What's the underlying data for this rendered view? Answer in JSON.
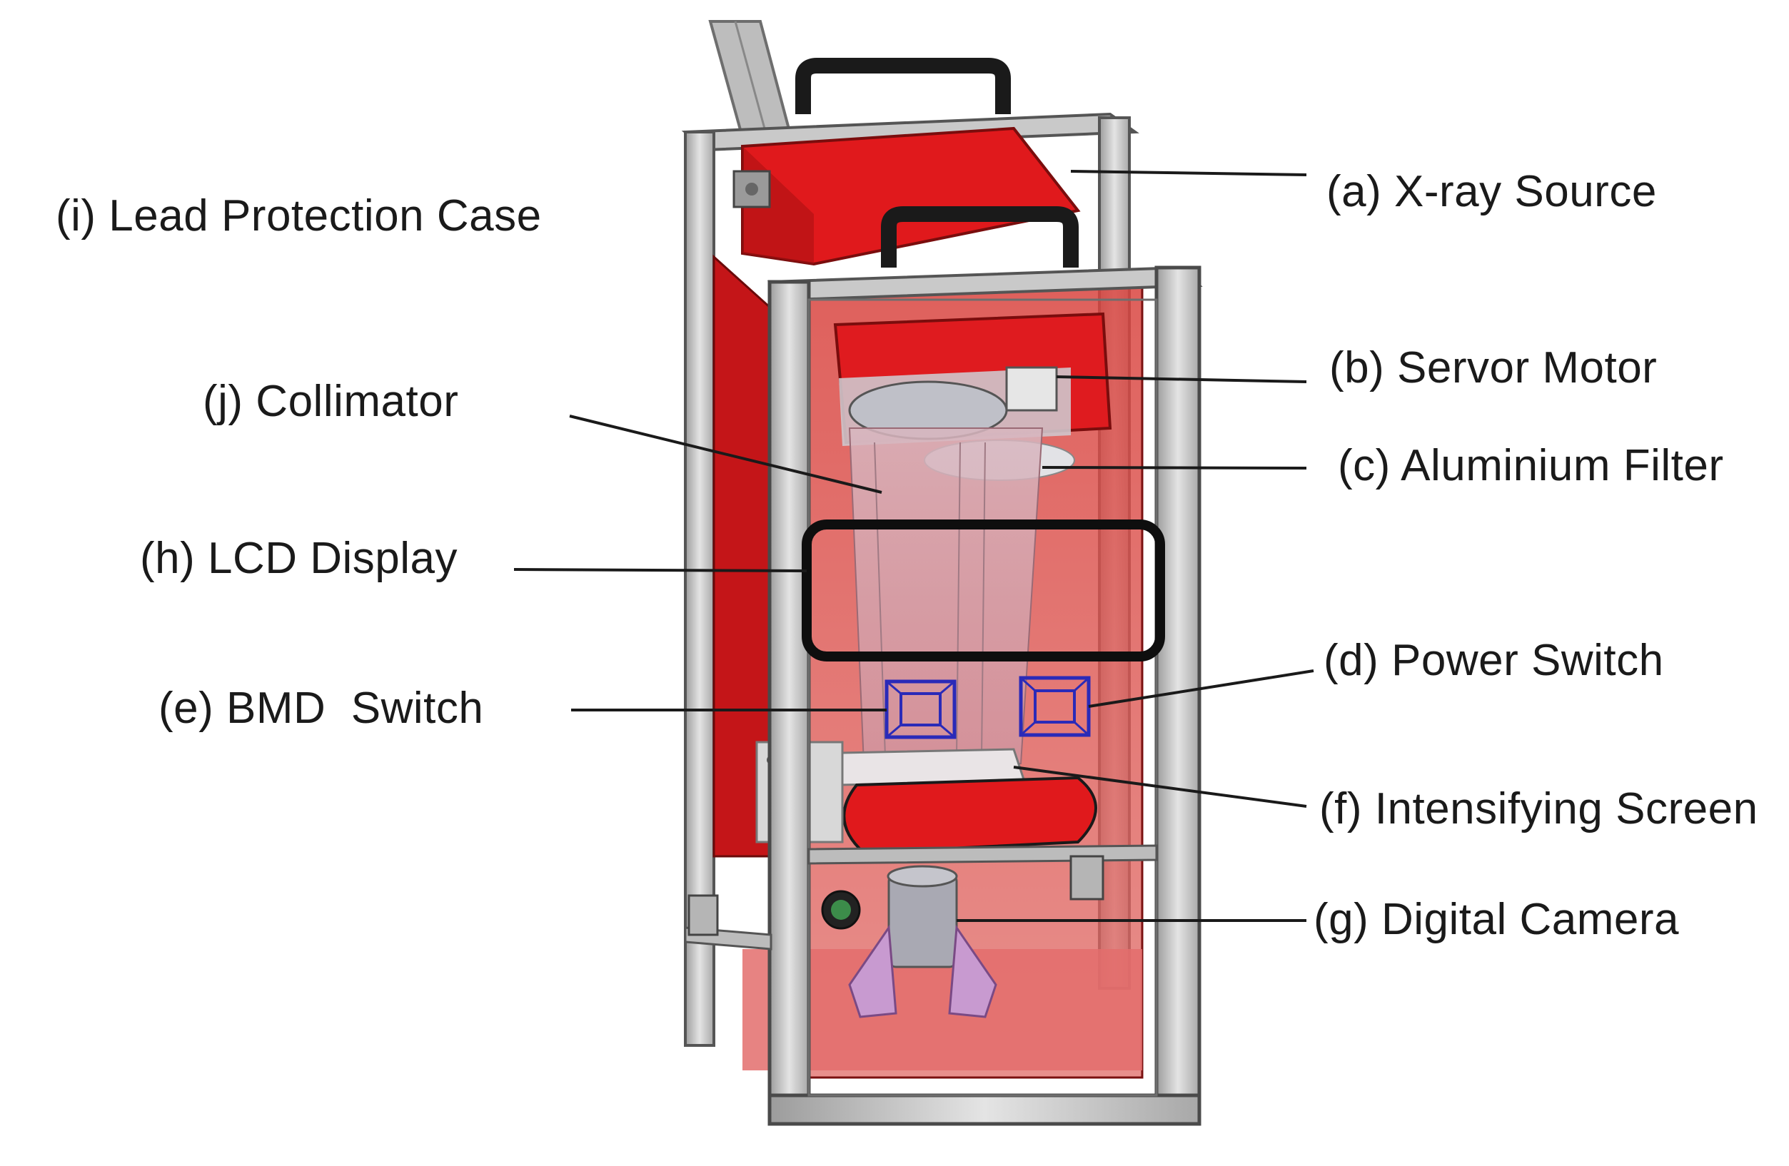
{
  "labels": {
    "a": "(a) X-ray Source",
    "b": "(b) Servor Motor",
    "c": "(c) Aluminium Filter",
    "d": "(d) Power Switch",
    "e": "(e) BMD  Switch",
    "f": "(f) Intensifying Screen",
    "g": "(g) Digital Camera",
    "h": "(h) LCD Display",
    "i": "(i) Lead Protection Case",
    "j": "(j) Collimator"
  },
  "colors": {
    "lead_red": "#e0191c",
    "frame_grey": "#c8c8c8",
    "switch_blue": "#2a2ab8",
    "leader_line": "#1a1a1a"
  }
}
